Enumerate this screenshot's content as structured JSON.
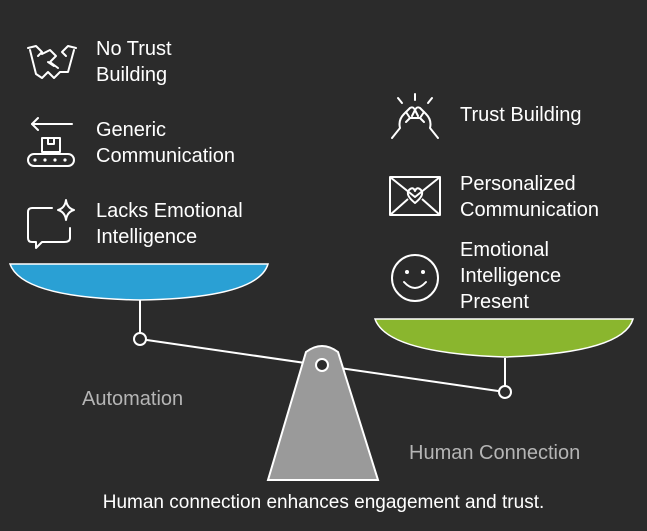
{
  "left_side": {
    "title": "Automation",
    "items": [
      {
        "icon": "broken-handshake-icon",
        "line1": "No Trust",
        "line2": "Building"
      },
      {
        "icon": "conveyor-belt-icon",
        "line1": "Generic",
        "line2": "Communication"
      },
      {
        "icon": "chat-sparkle-icon",
        "line1": "Lacks Emotional",
        "line2": "Intelligence"
      }
    ],
    "pan_color": "#2aa0d4"
  },
  "right_side": {
    "title": "Human Connection",
    "items": [
      {
        "icon": "high-five-icon",
        "line1": "Trust Building"
      },
      {
        "icon": "heart-envelope-icon",
        "line1": "Personalized",
        "line2": "Communication"
      },
      {
        "icon": "smiley-face-icon",
        "line1": "Emotional",
        "line2": "Intelligence",
        "line3": "Present"
      }
    ],
    "pan_color": "#8ab62e"
  },
  "caption": "Human connection enhances engagement and trust."
}
